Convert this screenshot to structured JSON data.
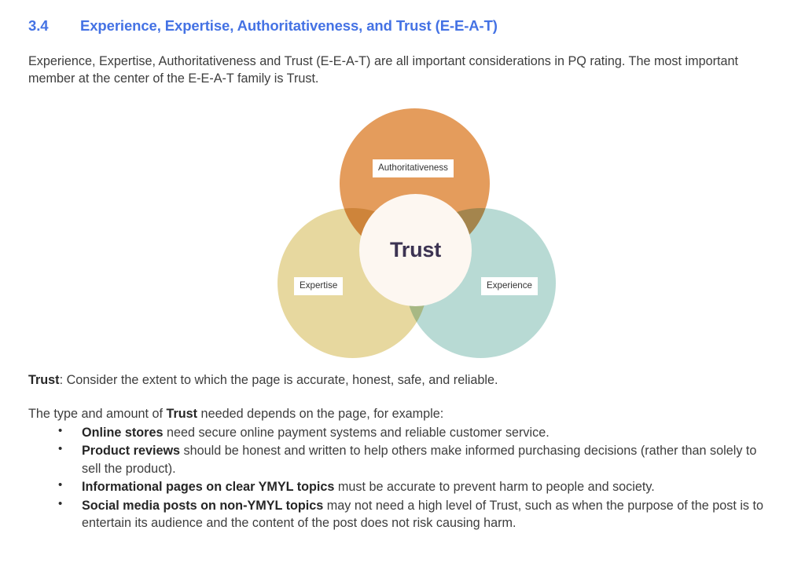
{
  "heading": {
    "number": "3.4",
    "title": "Experience, Expertise, Authoritativeness, and Trust (E-E-A-T)",
    "color": "#4472e4"
  },
  "intro_paragraph": "Experience, Expertise, Authoritativeness and Trust (E-E-A-T) are all important considerations in PQ rating.  The most important member at the center of the E-E-A-T family is Trust.",
  "diagram": {
    "type": "venn",
    "center": {
      "label": "Trust",
      "fill": "#fdf7f1",
      "text_color": "#3c3352"
    },
    "circles": [
      {
        "label": "Authoritativeness",
        "fill": "#e49c5c",
        "position": "top"
      },
      {
        "label": "Expertise",
        "fill": "#e7d89f",
        "position": "bottom-left"
      },
      {
        "label": "Experience",
        "fill": "#b8dad4",
        "position": "bottom-right"
      }
    ]
  },
  "trust_definition": {
    "term": "Trust",
    "rest": ": Consider the extent to which the page is accurate, honest, safe, and reliable."
  },
  "example_lead": {
    "before": "The type and amount of ",
    "term": "Trust",
    "after": " needed depends on the page, for example:"
  },
  "bullets": [
    {
      "term": "Online stores",
      "rest": " need secure online payment systems and reliable customer service."
    },
    {
      "term": "Product reviews",
      "rest": " should be honest and written to help others make informed purchasing decisions (rather than solely to sell the product)."
    },
    {
      "term": "Informational pages on clear YMYL topics",
      "rest": " must be accurate to prevent harm to people and society."
    },
    {
      "term": "Social media posts on non-YMYL topics",
      "rest": " may not need a high level of Trust, such as when the purpose of the post is to entertain its audience and the content of the post does not risk causing harm."
    }
  ]
}
